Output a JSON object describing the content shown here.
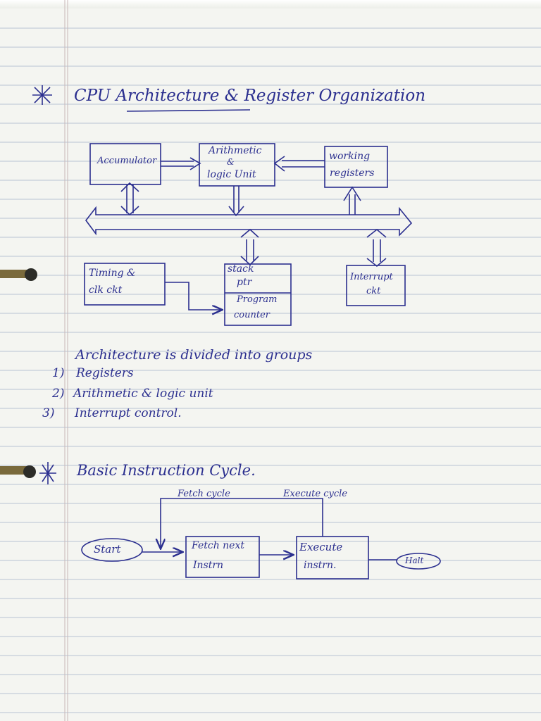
{
  "page": {
    "paper_color": "#f4f5f1",
    "ink_color": "#2b2f8f",
    "rule_color": "#b9c4d3",
    "margin_color": "#c9b8b8"
  },
  "section1": {
    "title": "CPU Architecture & Register Organization",
    "blocks": {
      "accumulator": "Accumulator",
      "alu_line1": "Arithmetic",
      "alu_line2": "&",
      "alu_line3": "logic Unit",
      "working_line1": "working",
      "working_line2": "registers",
      "timing_line1": "Timing &",
      "timing_line2": "clk ckt",
      "stack_line1": "stack",
      "stack_line2": "ptr",
      "pc_line1": "Program",
      "pc_line2": "counter",
      "interrupt_line1": "Interrupt",
      "interrupt_line2": "ckt"
    },
    "intro": "Architecture is divided into groups",
    "groups": [
      {
        "num": "1)",
        "text": "Registers"
      },
      {
        "num": "2)",
        "text": "Arithmetic & logic unit"
      },
      {
        "num": "3)",
        "text": "Interrupt control."
      }
    ]
  },
  "section2": {
    "title": "Basic Instruction Cycle.",
    "fetch_cycle": "Fetch cycle",
    "execute_cycle": "Execute cycle",
    "start": "Start",
    "fetch_line1": "Fetch next",
    "fetch_line2": "Instrn",
    "execute_line1": "Execute",
    "execute_line2": "instrn.",
    "halt": "Halt"
  }
}
